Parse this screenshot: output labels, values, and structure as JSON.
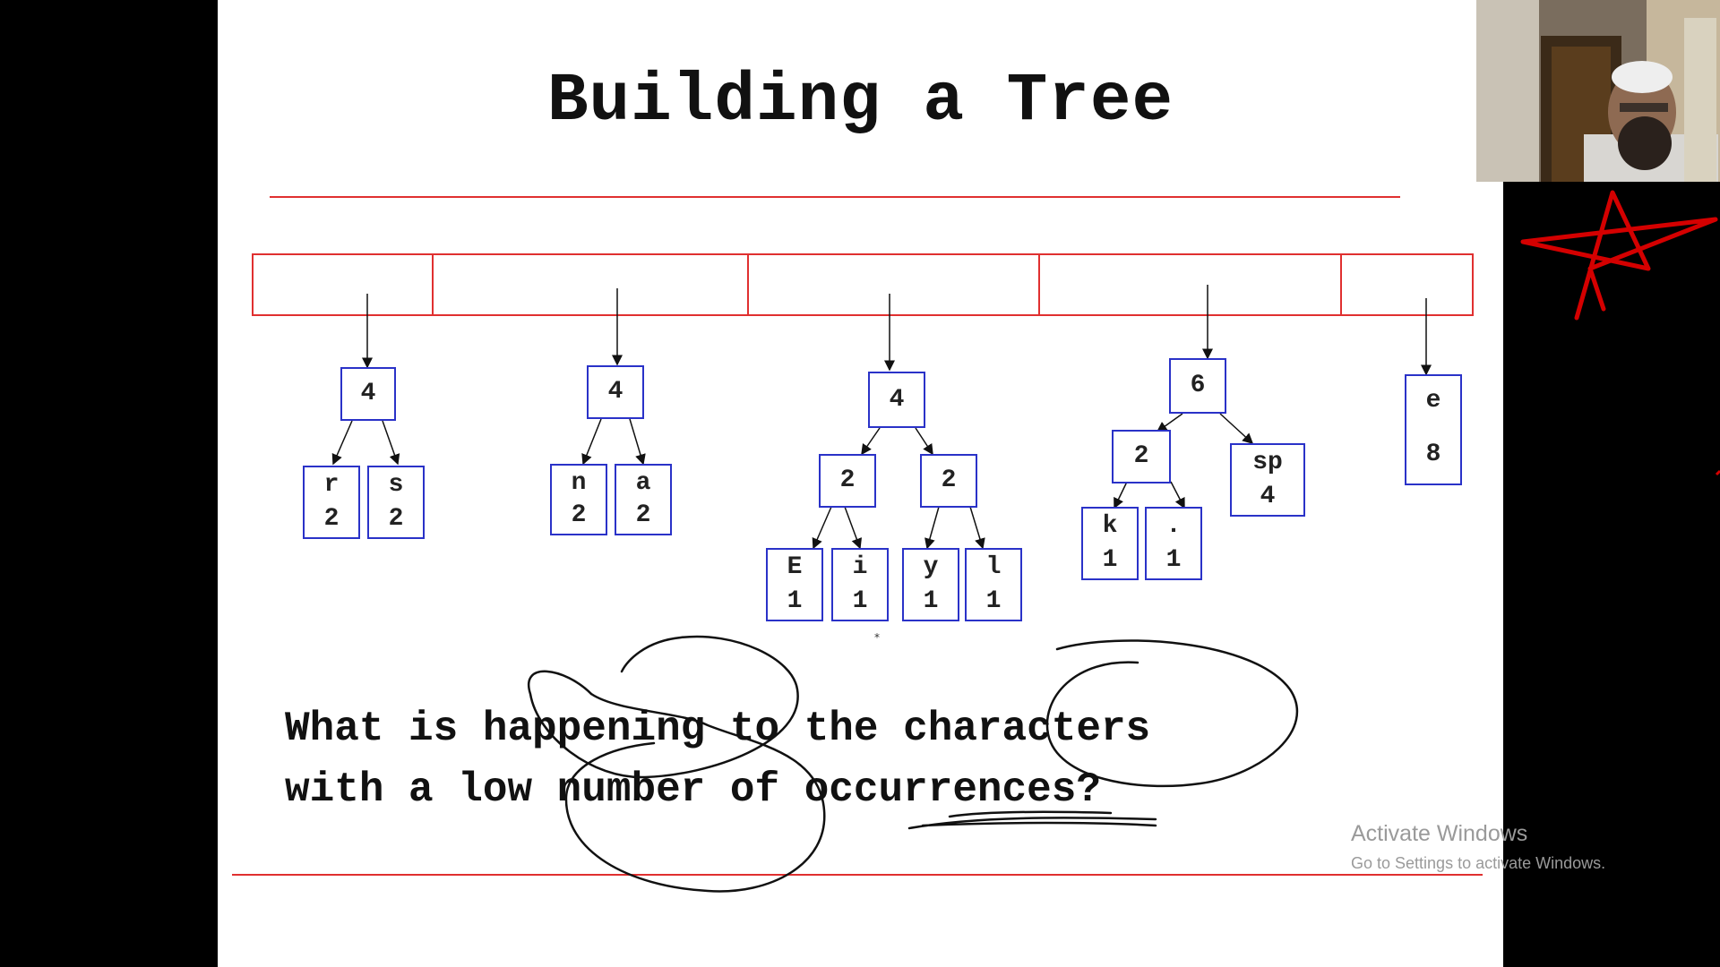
{
  "slide": {
    "title": "Building a Tree",
    "question_line1": "What is happening to the characters",
    "question_line2": "with a low number of occurrences?"
  },
  "trees": [
    {
      "root": "4",
      "children": [
        {
          "char": "r",
          "count": "2"
        },
        {
          "char": "s",
          "count": "2"
        }
      ]
    },
    {
      "root": "4",
      "children": [
        {
          "char": "n",
          "count": "2"
        },
        {
          "char": "a",
          "count": "2"
        }
      ]
    },
    {
      "root": "4",
      "internal": [
        {
          "value": "2"
        },
        {
          "value": "2"
        }
      ],
      "leaves": [
        {
          "char": "E",
          "count": "1"
        },
        {
          "char": "i",
          "count": "1"
        },
        {
          "char": "y",
          "count": "1"
        },
        {
          "char": "l",
          "count": "1"
        }
      ]
    },
    {
      "root": "6",
      "internal": {
        "value": "2"
      },
      "right_leaf": {
        "char": "sp",
        "count": "4"
      },
      "leaves": [
        {
          "char": "k",
          "count": "1"
        },
        {
          "char": ".",
          "count": "1"
        }
      ]
    },
    {
      "leaf": {
        "char": "e",
        "count": "8"
      }
    }
  ],
  "watermark": {
    "line1": "Activate Windows",
    "line2": "Go to Settings to activate Windows."
  },
  "colors": {
    "node_border": "#2a32c8",
    "rule_red": "#e03030",
    "annotation_red": "#d40000"
  }
}
